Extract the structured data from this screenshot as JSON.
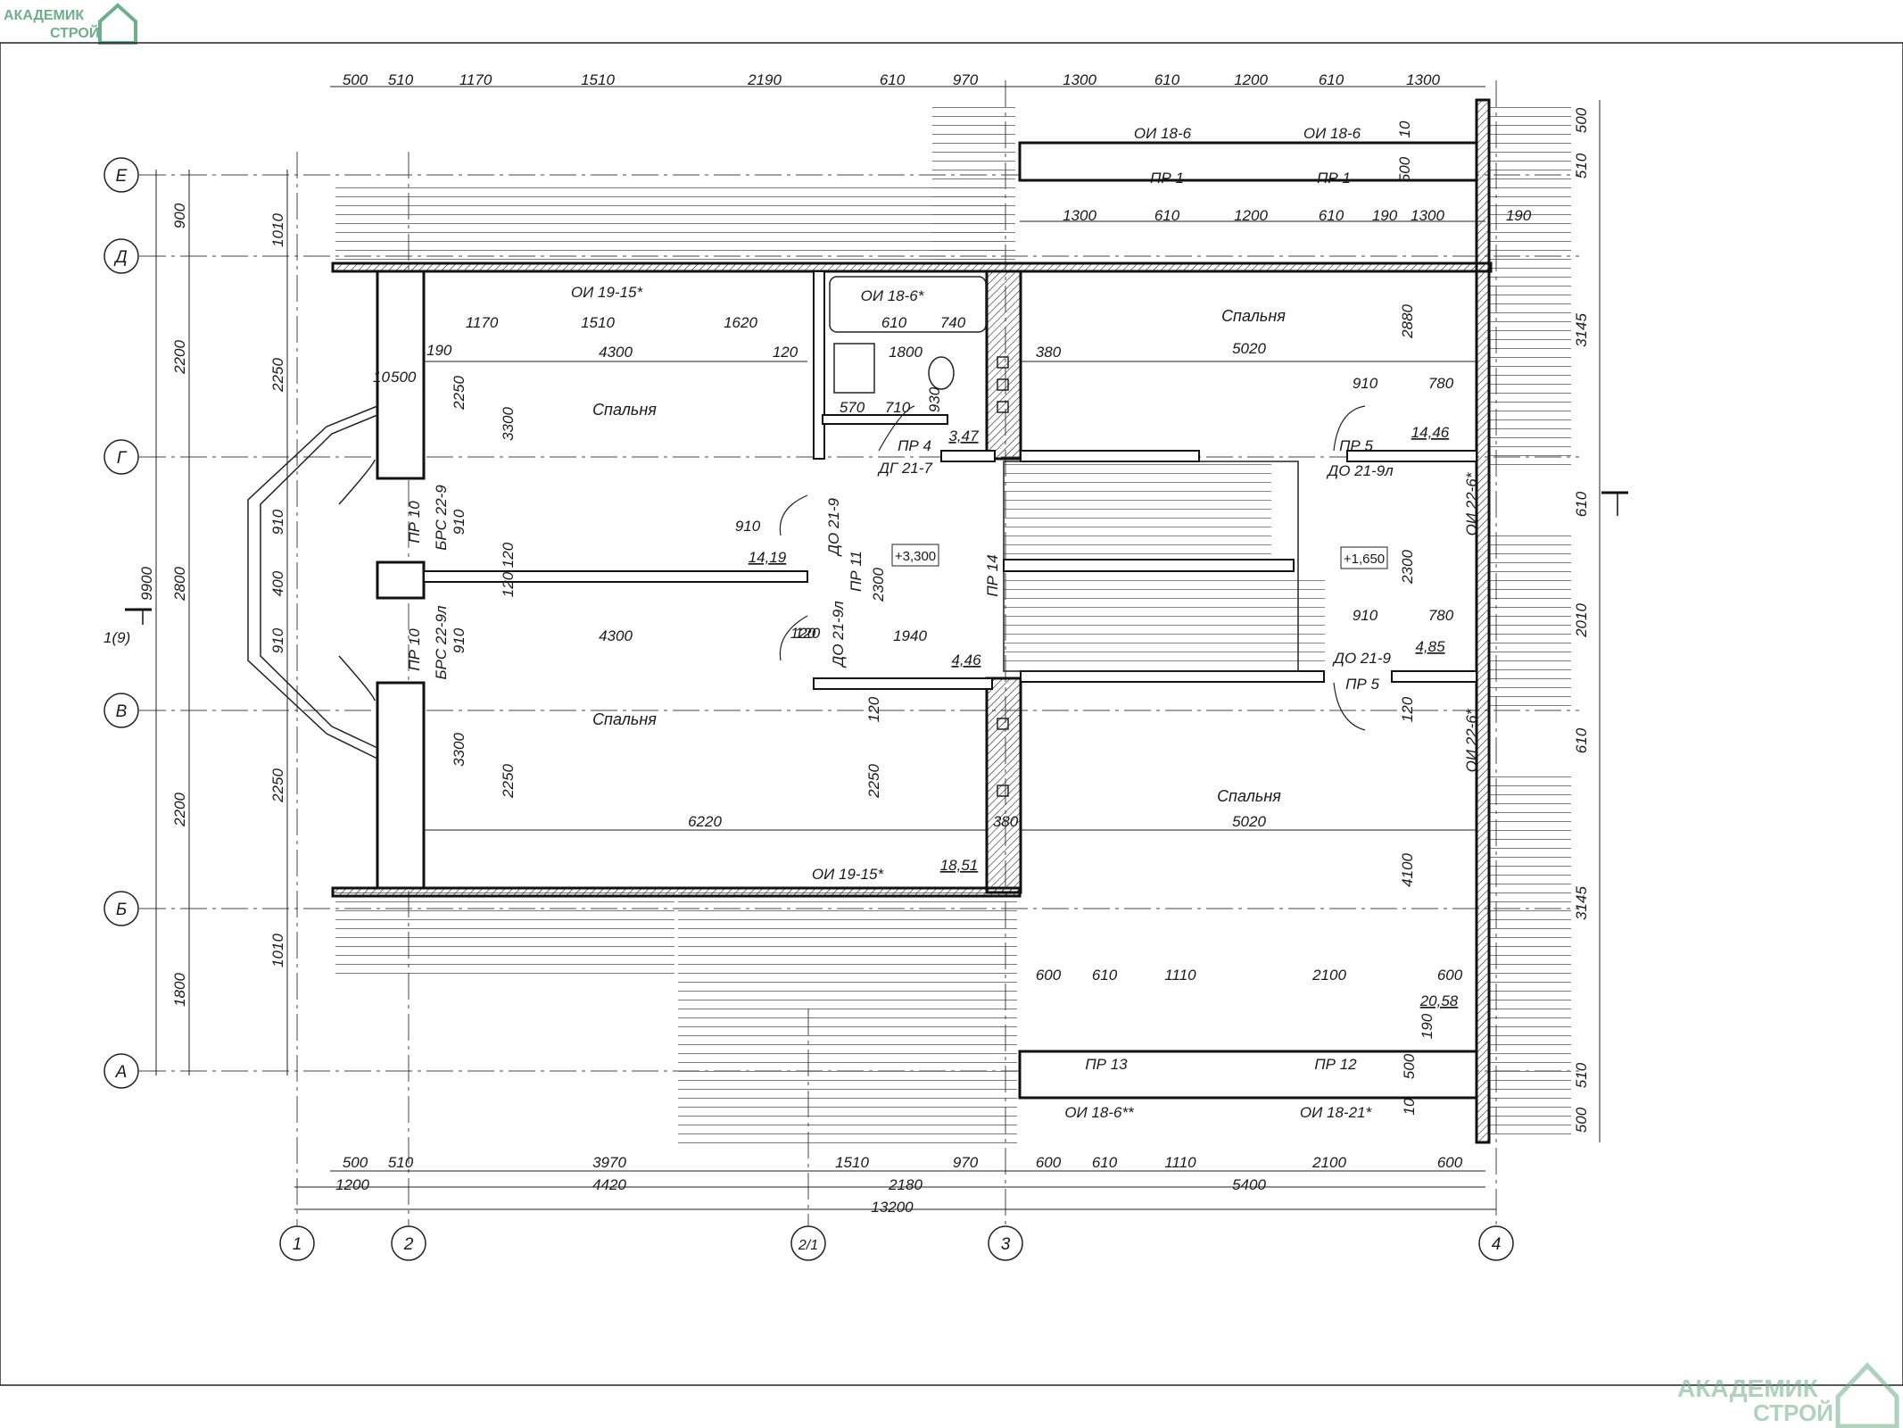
{
  "logo": {
    "line1": "АКАДЕМИК",
    "line2": "СТРОЙ",
    "color": "#6fae8c"
  },
  "axes": {
    "horizontal": [
      "Е",
      "Д",
      "Г",
      "В",
      "Б",
      "А"
    ],
    "vertical": [
      "1",
      "2",
      "2/1",
      "3",
      "4"
    ],
    "section_mark": "1(9)"
  },
  "dimensions": {
    "top": [
      "500",
      "510",
      "1170",
      "1510",
      "2190",
      "610",
      "970",
      "1300",
      "610",
      "1200",
      "610",
      "1300"
    ],
    "top_inner_right": [
      "1300",
      "610",
      "1200",
      "610",
      "190",
      "1300",
      "190"
    ],
    "bottom_row1": [
      "500",
      "510",
      "3970",
      "1510",
      "970",
      "600",
      "610",
      "1110",
      "2100",
      "600"
    ],
    "bottom_row2": [
      "1200",
      "4420",
      "2180",
      "5400"
    ],
    "bottom_total": "13200",
    "left_outer": [
      "900",
      "2200",
      "2800",
      "2200",
      "1800"
    ],
    "left_total": "9900",
    "left_inner": [
      "1010",
      "2250",
      "910",
      "400",
      "910",
      "2250",
      "1010"
    ],
    "right": [
      "500",
      "510",
      "3145",
      "610",
      "2010",
      "610",
      "3145",
      "510",
      "500"
    ],
    "interior": [
      "10",
      "500",
      "190",
      "1170",
      "1510",
      "1620",
      "4300",
      "120",
      "1800",
      "610",
      "740",
      "570",
      "710",
      "930",
      "380",
      "5020",
      "910",
      "780",
      "2880",
      "2250",
      "3300",
      "910",
      "120",
      "910",
      "4300",
      "120",
      "1940",
      "2300",
      "910",
      "780",
      "2300",
      "120",
      "6220",
      "2250",
      "380",
      "5020",
      "4100",
      "120",
      "600",
      "610",
      "1110",
      "2100",
      "600",
      "190",
      "500",
      "10",
      "910",
      "120",
      "2250",
      "3300",
      "120",
      "500",
      "10"
    ]
  },
  "rooms": {
    "bedroom": "Спальня"
  },
  "marks": {
    "window_oi_18_6": "ОИ 18-6",
    "window_oi_19_15": "ОИ 19-15*",
    "window_oi_18_6_bath": "ОИ 18-6*",
    "window_oi_22_6_a": "ОИ 22-6*",
    "window_oi_22_6_b": "ОИ 22-6*",
    "window_oi_18_6_bottom": "ОИ 18-6**",
    "window_oi_18_21": "ОИ 18-21*",
    "window_oi_19_15_bottom": "ОИ 19-15*",
    "pr1": "ПР 1",
    "pr4": "ПР 4",
    "pr5": "ПР 5",
    "pr10": "ПР 10",
    "pr11": "ПР 11",
    "pr12": "ПР 12",
    "pr13": "ПР 13",
    "pr14": "ПР 14",
    "dg_21_7": "ДГ 21-7",
    "do_21_9l": "ДО 21-9л",
    "do_21_9": "ДО 21-9",
    "brs_22_9": "БРС 22-9",
    "brs_22_9l": "БРС 22-9л"
  },
  "areas": [
    "3,47",
    "14,46",
    "14,19",
    "4,46",
    "4,85",
    "18,51",
    "20,58"
  ],
  "levels": [
    "+3,300",
    "+1,650"
  ]
}
